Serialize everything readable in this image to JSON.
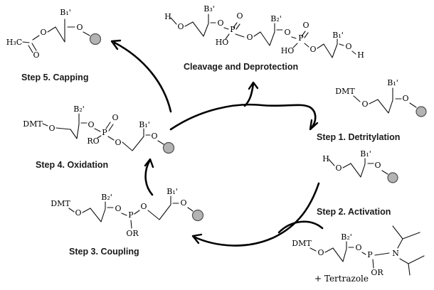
{
  "colors": {
    "background": "#ffffff",
    "ink": "#000000",
    "caption_ink": "#1a1a1a",
    "bead_fill": "#b3b3b3",
    "bead_stroke": "#4f4f4f"
  },
  "captions": {
    "step1": "Step 1. Detritylation",
    "step2": "Step 2. Activation",
    "step3": "Step 3. Coupling",
    "step4": "Step 4. Oxidation",
    "step5": "Step 5. Capping",
    "cleavage": "Cleavage and Deprotection",
    "tetrazole_note": "+ Tertrazole"
  },
  "structures": {
    "capping": {
      "labels": {
        "h3c": "H₃C",
        "o_carbonyl": "O",
        "o_ester": "O",
        "base": "B₁'",
        "o_link": "O"
      }
    },
    "cleavage": {
      "labels": {
        "h_left": "H",
        "o1": "O",
        "base3": "B₃'",
        "o2": "O",
        "p1": "P",
        "o_dbl1": "O",
        "ho1": "HO",
        "o3": "O",
        "base2": "B₂'",
        "o4": "O",
        "p2": "P",
        "o_dbl2": "O",
        "ho2": "HO",
        "o5": "O",
        "base1": "B₁'",
        "o6": "O",
        "h_right": "H"
      }
    },
    "detritylation": {
      "labels": {
        "dmt": "DMT",
        "o1": "O",
        "base": "B₁'",
        "o2": "O"
      }
    },
    "activation": {
      "labels": {
        "h": "H",
        "o1": "O",
        "base": "B₁'",
        "o2": "O"
      }
    },
    "phosphoramidite": {
      "labels": {
        "dmt": "DMT",
        "o1": "O",
        "base": "B₂'",
        "o2": "O",
        "p": "P",
        "n": "N",
        "or": "OR"
      }
    },
    "coupling": {
      "labels": {
        "dmt": "DMT",
        "o1": "O",
        "base2": "B₂'",
        "o2": "O",
        "p": "P",
        "or": "OR",
        "o3": "O",
        "base1": "B₁'",
        "o4": "O"
      }
    },
    "oxidation": {
      "labels": {
        "dmt": "DMT",
        "o1": "O",
        "base2": "B₂'",
        "o2": "O",
        "p": "P",
        "o_dbl": "O",
        "ro": "RO",
        "o3": "O",
        "base1": "B₁'",
        "o4": "O"
      }
    }
  }
}
